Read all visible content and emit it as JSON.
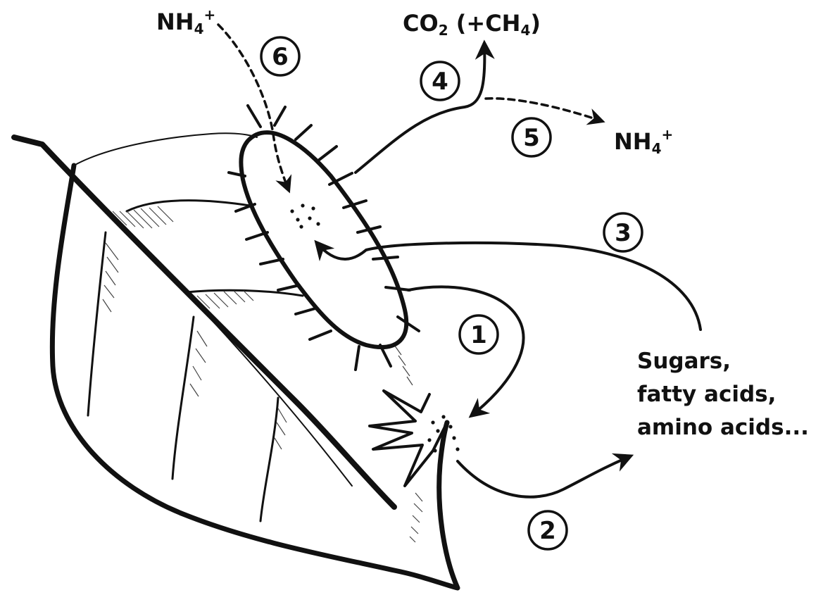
{
  "labels": {
    "nh4_in": "NH",
    "nh4_in_sub": "4",
    "nh4_in_sup": "+",
    "co2": "CO",
    "co2_sub": "2",
    "co2_rest": " (+CH",
    "ch4_sub": "4",
    "co2_close": ")",
    "nh4_out": "NH",
    "nh4_out_sub": "4",
    "nh4_out_sup": "+",
    "nutrients_line1": "Sugars,",
    "nutrients_line2": "fatty acids,",
    "nutrients_line3": "amino acids..."
  },
  "steps": [
    "1",
    "2",
    "3",
    "4",
    "5",
    "6"
  ],
  "colors": {
    "ink": "#111111",
    "background": "#ffffff"
  }
}
